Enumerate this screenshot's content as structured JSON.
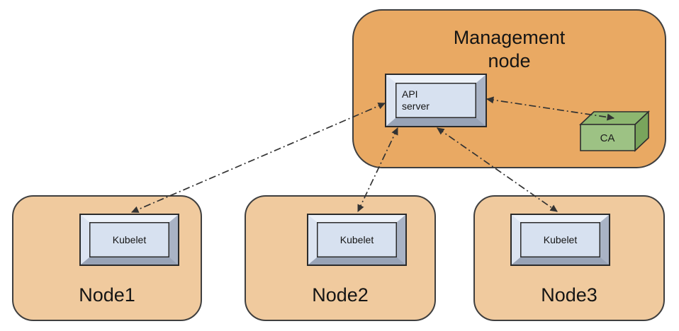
{
  "diagram": {
    "management_node": {
      "title": "Management\nnode",
      "api_server_label": "API\nserver",
      "ca_label": "CA"
    },
    "nodes": [
      {
        "label": "Node1",
        "component": "Kubelet"
      },
      {
        "label": "Node2",
        "component": "Kubelet"
      },
      {
        "label": "Node3",
        "component": "Kubelet"
      }
    ],
    "connections": [
      {
        "from": "API server",
        "to": "Kubelet (Node1)",
        "line_style": "dash-dot",
        "bidirectional": true
      },
      {
        "from": "API server",
        "to": "Kubelet (Node2)",
        "line_style": "dash-dot",
        "bidirectional": true
      },
      {
        "from": "API server",
        "to": "Kubelet (Node3)",
        "line_style": "dash-dot",
        "bidirectional": true
      },
      {
        "from": "API server",
        "to": "CA",
        "line_style": "dash-dot",
        "bidirectional": true
      }
    ],
    "colors": {
      "management_node_fill": "#E9A963",
      "worker_node_fill": "#F0CA9E",
      "node_border": "#3F3F3F",
      "component_face": "#D7E1F0",
      "component_bevel_light": "#EDF2F9",
      "component_bevel_dark": "#98A3B6",
      "ca_front": "#9DC284",
      "ca_top": "#8DB770",
      "ca_side": "#79A45C",
      "arrow": "#333333",
      "text": "#151515",
      "background": "#FFFFFF"
    }
  }
}
